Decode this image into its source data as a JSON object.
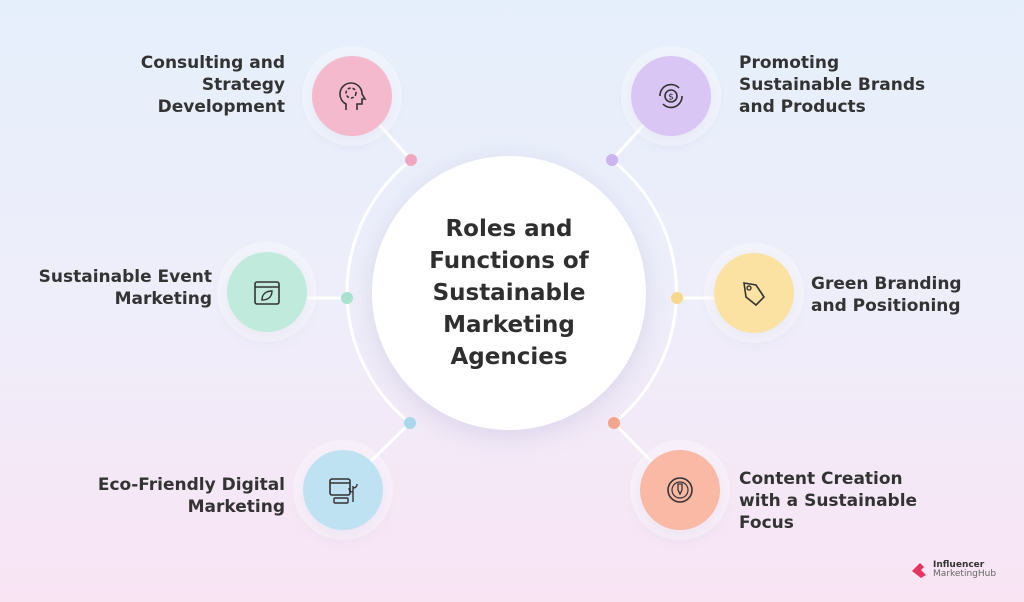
{
  "title": "Roles and Functions of Sustainable Marketing Agencies",
  "items": [
    {
      "label": "Consulting and Strategy Development",
      "icon": "head-gear-icon",
      "color": "#f4b9cd"
    },
    {
      "label": "Promoting Sustainable Brands and Products",
      "icon": "dollar-cycle-icon",
      "color": "#d9c6f4"
    },
    {
      "label": "Sustainable Event Marketing",
      "icon": "calendar-leaf-icon",
      "color": "#c0eadb"
    },
    {
      "label": "Green Branding and Positioning",
      "icon": "tag-leaf-icon",
      "color": "#fbe2a2"
    },
    {
      "label": "Eco-Friendly Digital Marketing",
      "icon": "browser-plant-icon",
      "color": "#bfe2f3"
    },
    {
      "label": "Content Creation with a Sustainable Focus",
      "icon": "target-pen-icon",
      "color": "#f9b9a5"
    }
  ],
  "logo": {
    "line1": "Influencer",
    "line2": "MarketingHub"
  }
}
